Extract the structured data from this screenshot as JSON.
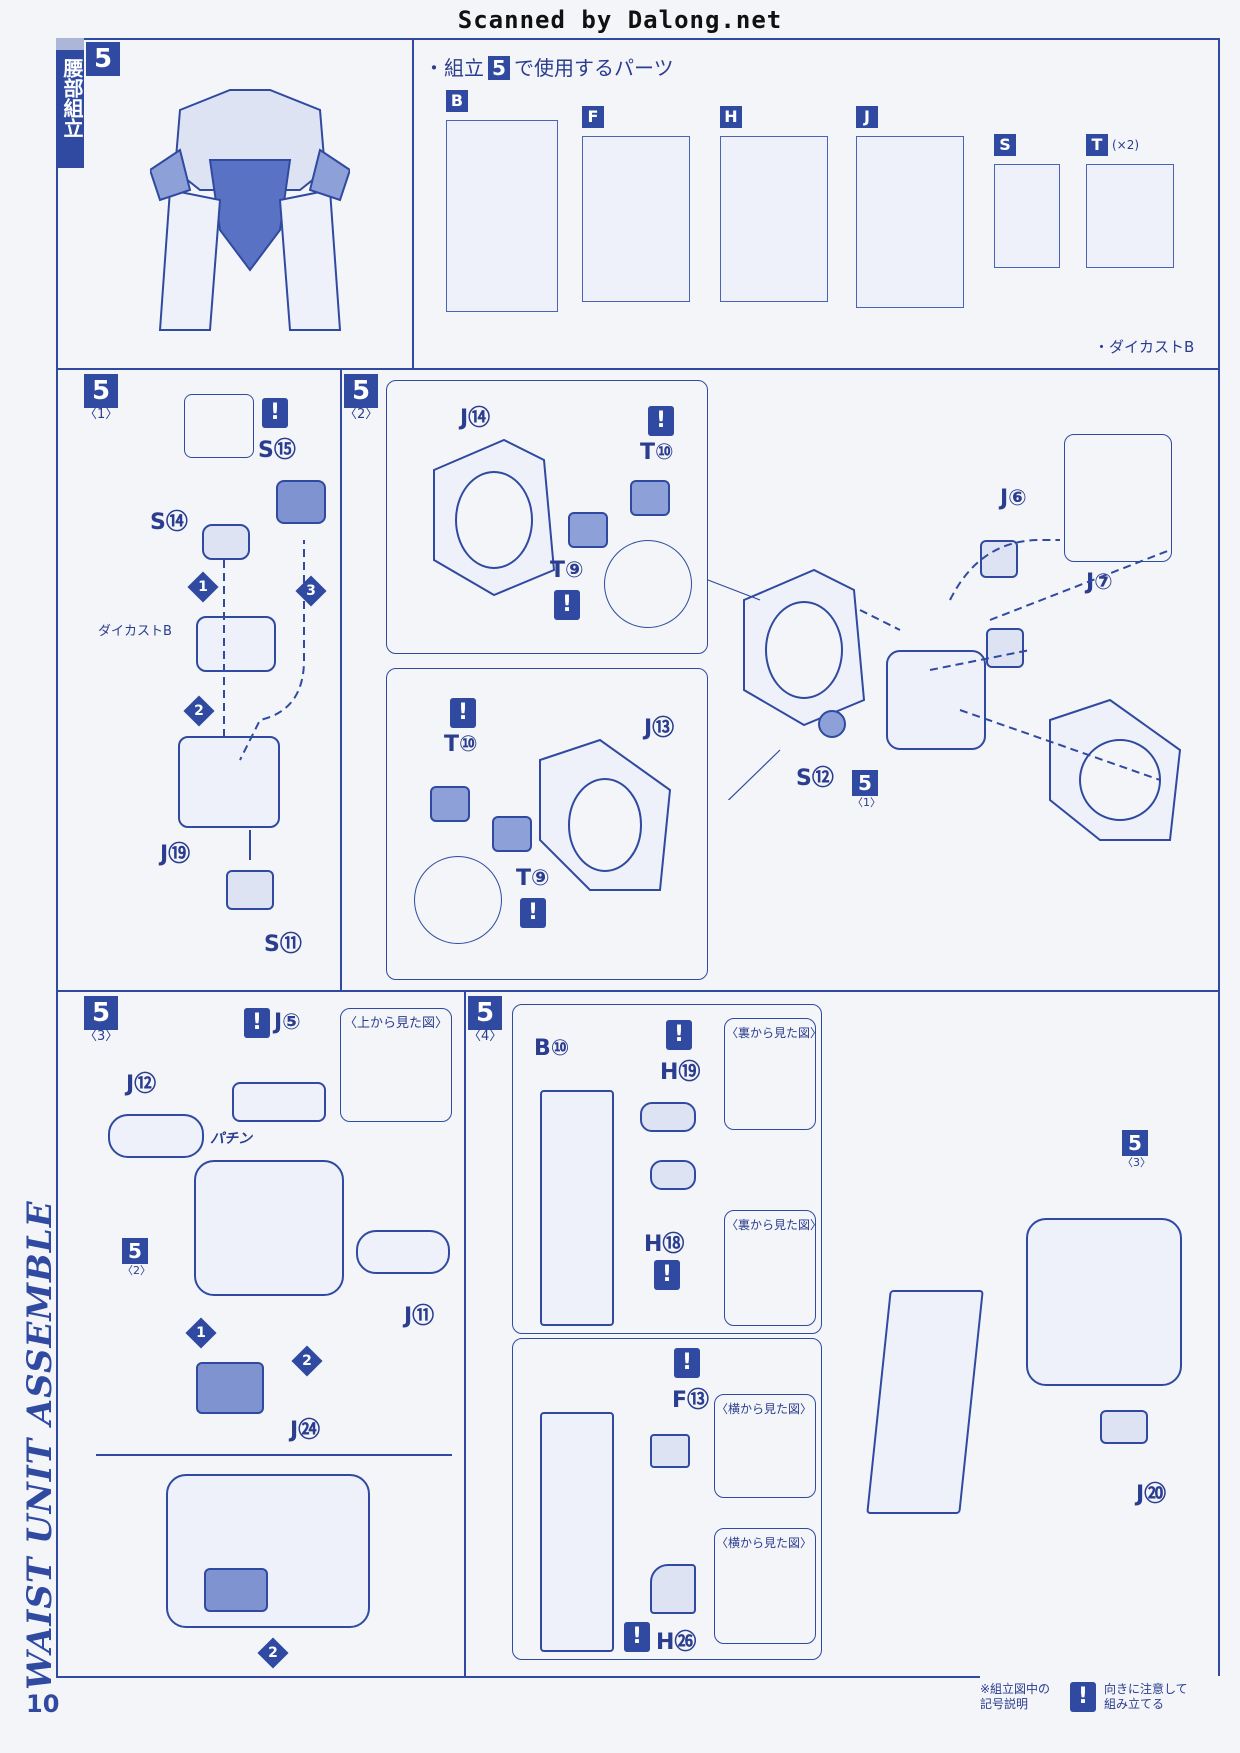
{
  "scan_credit": "Scanned by Dalong.net",
  "page_number": "10",
  "side_title": "WAIST UNIT ASSEMBLE",
  "section": {
    "step": "5",
    "title": "腰部組立",
    "parts_heading_prefix": "・組立",
    "parts_heading_step": "5",
    "parts_heading_suffix": "で使用するパーツ",
    "parts": [
      {
        "letter": "B",
        "qty": ""
      },
      {
        "letter": "F",
        "qty": ""
      },
      {
        "letter": "H",
        "qty": ""
      },
      {
        "letter": "J",
        "qty": ""
      },
      {
        "letter": "S",
        "qty": ""
      },
      {
        "letter": "T",
        "qty": "(×2)"
      }
    ],
    "diecast_note": "・ダイカストB"
  },
  "sub1": {
    "step": "5",
    "sub": "〈1〉",
    "labels": {
      "s15": "S⑮",
      "s14": "S⑭",
      "diecast": "ダイカストB",
      "j19": "J⑲",
      "s11": "S⑪"
    },
    "order": [
      "1",
      "2",
      "3"
    ]
  },
  "sub2": {
    "step": "5",
    "sub": "〈2〉",
    "labels": {
      "j14": "J⑭",
      "t10a": "T⑩",
      "t9a": "T⑨",
      "t10b": "T⑩",
      "j13": "J⑬",
      "t9b": "T⑨",
      "j6": "J⑥",
      "j7": "J⑦",
      "s12": "S⑫",
      "ref_step": "5",
      "ref_sub": "〈1〉"
    }
  },
  "sub3": {
    "step": "5",
    "sub": "〈3〉",
    "labels": {
      "j5": "J⑤",
      "top_view": "〈上から見た図〉",
      "j12": "J⑫",
      "pachi": "パチン",
      "ref_step": "5",
      "ref_sub": "〈2〉",
      "j11": "J⑪",
      "j24": "J㉔"
    },
    "order": [
      "1",
      "2",
      "2"
    ]
  },
  "sub4": {
    "step": "5",
    "sub": "〈4〉",
    "labels": {
      "b10": "B⑩",
      "h19": "H⑲",
      "back_view_1": "〈裏から見た図〉",
      "h18": "H⑱",
      "back_view_2": "〈裏から見た図〉",
      "f13": "F⑬",
      "side_view_1": "〈横から見た図〉",
      "side_view_2": "〈横から見た図〉",
      "h26": "H㉖",
      "ref_step": "5",
      "ref_sub": "〈3〉",
      "j20": "J⑳"
    }
  },
  "legend": {
    "title_line1": "※組立図中の",
    "title_line2": "記号説明",
    "desc_line1": "向きに注意して",
    "desc_line2": "組み立てる"
  },
  "colors": {
    "ink": "#2f4aa0",
    "paper": "#f4f5f8"
  }
}
